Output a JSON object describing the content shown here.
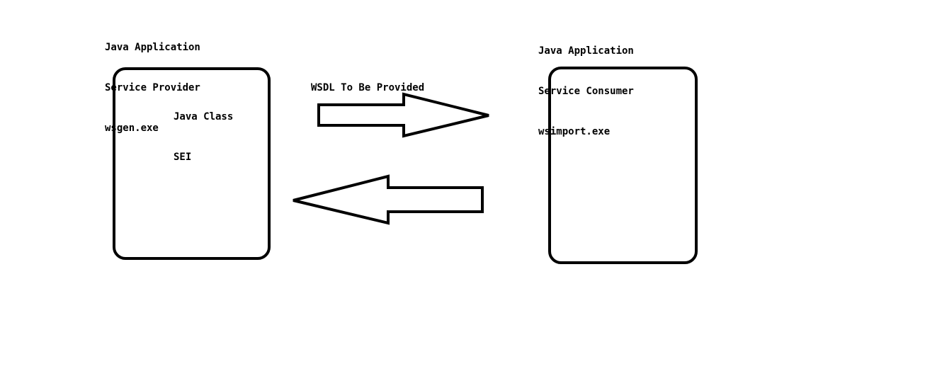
{
  "provider": {
    "lines": [
      "Java Application",
      "Service Provider",
      "wsgen.exe"
    ],
    "inner_lines": [
      "Java Class",
      "SEI"
    ]
  },
  "consumer": {
    "lines": [
      "Java Application",
      "Service Consumer",
      "wsimport.exe"
    ]
  },
  "arrow_caption": "WSDL To Be Provided",
  "colors": {
    "background": "#ffffff",
    "stroke": "#000000"
  }
}
